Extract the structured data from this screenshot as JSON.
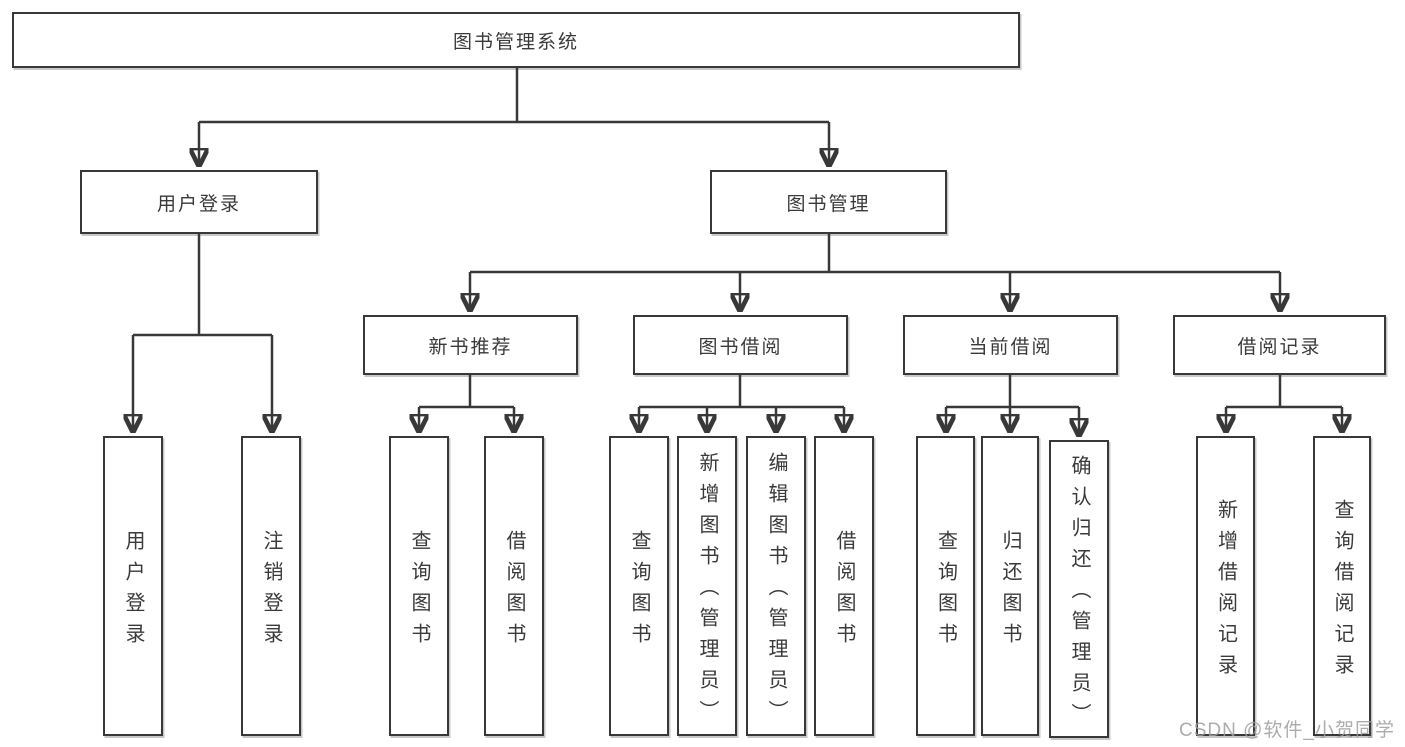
{
  "nodes": {
    "root": "图书管理系统",
    "user_login": "用户登录",
    "book_management": "图书管理",
    "new_book_recommend": "新书推荐",
    "book_borrow": "图书借阅",
    "current_borrow": "当前借阅",
    "borrow_records": "借阅记录",
    "login": "用户登录",
    "logout": "注销登录",
    "recommend_query_books": "查询图书",
    "recommend_borrow_books": "借阅图书",
    "borrow_query_books": "查询图书",
    "borrow_add_books": "新增图书（管理员）",
    "borrow_edit_books": "编辑图书（管理员）",
    "borrow_borrow_books": "借阅图书",
    "current_query_books": "查询图书",
    "current_return_books": "归还图书",
    "current_confirm_return": "确认归还（管理员）",
    "records_add_record": "新增借阅记录",
    "records_query_record": "查询借阅记录"
  },
  "hierarchy": {
    "图书管理系统": {
      "用户登录": [
        "用户登录",
        "注销登录"
      ],
      "图书管理": {
        "新书推荐": [
          "查询图书",
          "借阅图书"
        ],
        "图书借阅": [
          "查询图书",
          "新增图书（管理员）",
          "编辑图书（管理员）",
          "借阅图书"
        ],
        "当前借阅": [
          "查询图书",
          "归还图书",
          "确认归还（管理员）"
        ],
        "借阅记录": [
          "新增借阅记录",
          "查询借阅记录"
        ]
      }
    }
  },
  "watermark": "CSDN @软件_小贺同学",
  "colors": {
    "line": "#383838",
    "text": "#3a3a3a",
    "box_background": "#ffffff",
    "watermark": "#9e9e9e",
    "background": "#ffffff"
  }
}
